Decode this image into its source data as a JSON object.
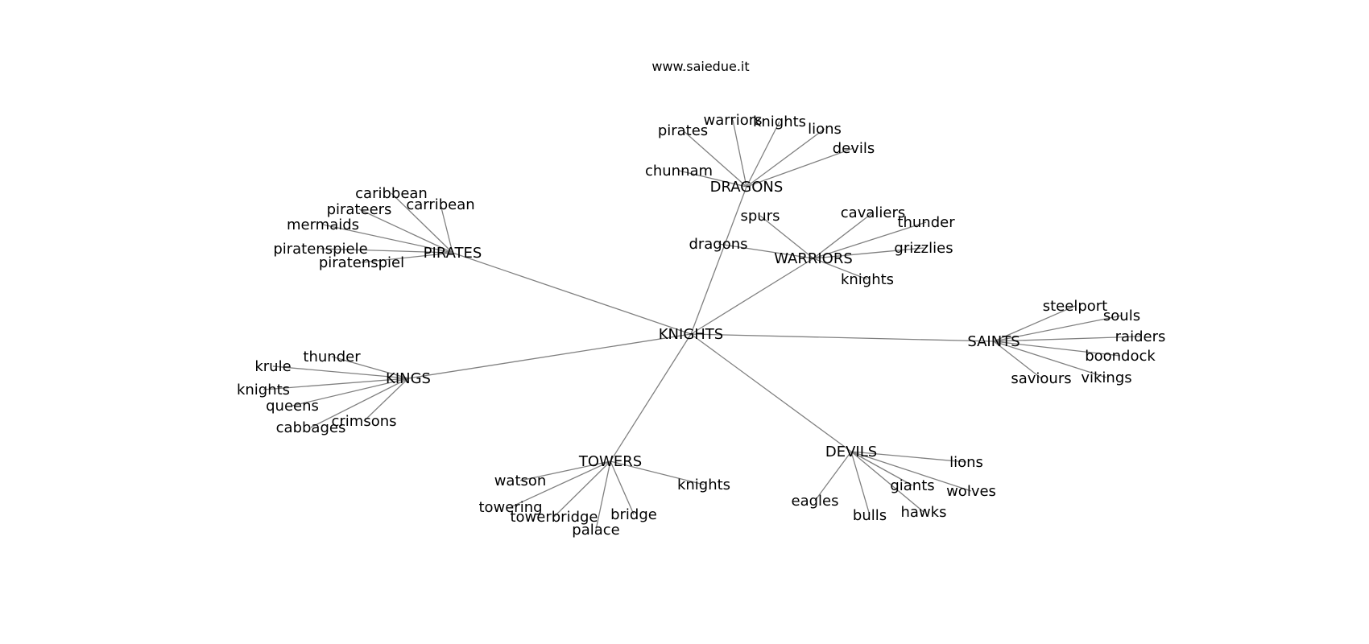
{
  "title": "www.saiedue.it",
  "colors": {
    "edge": "#808080",
    "text": "#000000",
    "background": "#ffffff"
  },
  "graph": {
    "root": "KNIGHTS",
    "hubs": [
      {
        "name": "DRAGONS",
        "children": [
          "pirates",
          "warriors",
          "knights",
          "lions",
          "devils",
          "chunnam"
        ]
      },
      {
        "name": "WARRIORS",
        "children": [
          "spurs",
          "cavaliers",
          "thunder",
          "grizzlies",
          "dragons",
          "knights"
        ]
      },
      {
        "name": "PIRATES",
        "children": [
          "caribbean",
          "carribean",
          "pirateers",
          "mermaids",
          "piratenspiele",
          "piratenspiel"
        ]
      },
      {
        "name": "SAINTS",
        "children": [
          "steelport",
          "souls",
          "raiders",
          "boondock",
          "saviours",
          "vikings"
        ]
      },
      {
        "name": "KINGS",
        "children": [
          "thunder",
          "krule",
          "knights",
          "queens",
          "crimsons",
          "cabbages"
        ]
      },
      {
        "name": "TOWERS",
        "children": [
          "watson",
          "towering",
          "towerbridge",
          "palace",
          "bridge",
          "knights"
        ]
      },
      {
        "name": "DEVILS",
        "children": [
          "lions",
          "giants",
          "wolves",
          "hawks",
          "bulls",
          "eagles"
        ]
      }
    ]
  }
}
